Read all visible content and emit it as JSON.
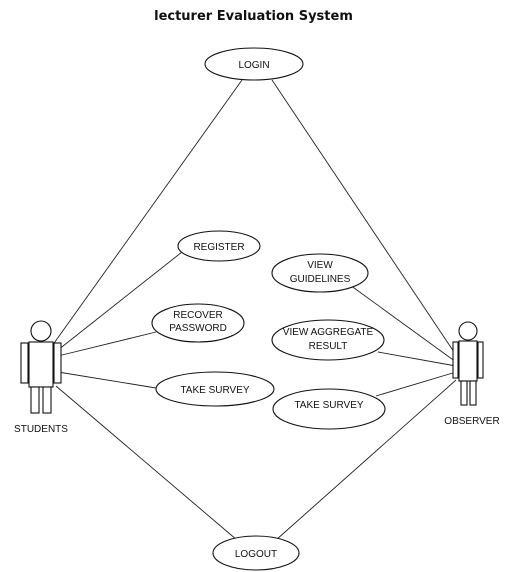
{
  "title": "lecturer Evaluation System",
  "actors": {
    "students": "STUDENTS",
    "observer": "OBSERVER"
  },
  "use_cases": {
    "login": [
      "LOGIN"
    ],
    "register": [
      "REGISTER"
    ],
    "recover_password": [
      "RECOVER",
      "PASSWORD"
    ],
    "take_survey_students": [
      "TAKE SURVEY"
    ],
    "view_guidelines": [
      "VIEW",
      "GUIDELINES"
    ],
    "view_aggregate_result": [
      "VIEW AGGREGATE",
      "RESULT"
    ],
    "take_survey_observer": [
      "TAKE SURVEY"
    ],
    "logout": [
      "LOGOUT"
    ]
  }
}
